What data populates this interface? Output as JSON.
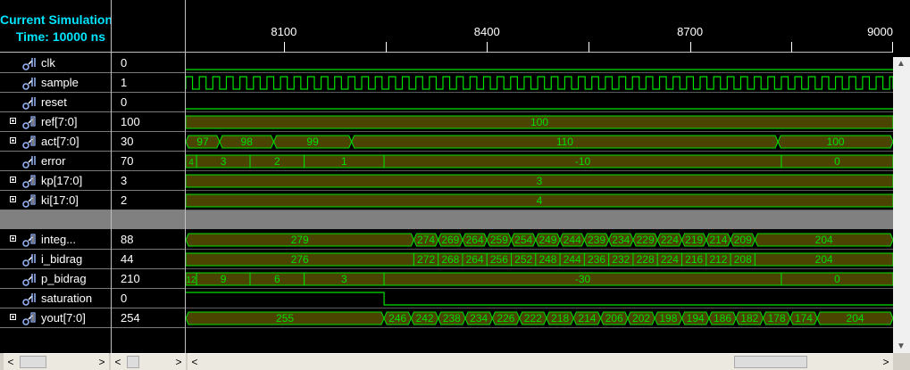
{
  "title": {
    "line1": "Current Simulation",
    "line2": "Time: 10000 ns"
  },
  "timeline": {
    "ticks": [
      8100,
      8400,
      8700,
      9000
    ],
    "start": 7955,
    "end": 9000
  },
  "colors": {
    "bus_fill": "#4a4400",
    "wave": "#00e000",
    "text": "#00e000",
    "separator": "#808080"
  },
  "signals": [
    {
      "name": "clk",
      "value": "0",
      "icon": "bit-signal-icon",
      "expandable": false
    },
    {
      "name": "sample",
      "value": "1",
      "icon": "bit-signal-icon",
      "expandable": false
    },
    {
      "name": "reset",
      "value": "0",
      "icon": "bit-signal-icon",
      "expandable": false
    },
    {
      "name": "ref[7:0]",
      "value": "100",
      "icon": "bus-signal-icon",
      "expandable": true
    },
    {
      "name": "act[7:0]",
      "value": "30",
      "icon": "bus-signal-icon",
      "expandable": true
    },
    {
      "name": "error",
      "value": "70",
      "icon": "bit-signal-icon",
      "expandable": false
    },
    {
      "name": "kp[17:0]",
      "value": "3",
      "icon": "bus-signal-icon",
      "expandable": true
    },
    {
      "name": "ki[17:0]",
      "value": "2",
      "icon": "bus-signal-icon",
      "expandable": true
    },
    {
      "divider": true
    },
    {
      "name": "integ...",
      "value": "88",
      "icon": "bus-signal-icon",
      "expandable": true
    },
    {
      "name": "i_bidrag",
      "value": "44",
      "icon": "bit-signal-icon",
      "expandable": false
    },
    {
      "name": "p_bidrag",
      "value": "210",
      "icon": "bit-signal-icon",
      "expandable": false
    },
    {
      "name": "saturation",
      "value": "0",
      "icon": "bit-signal-icon",
      "expandable": false
    },
    {
      "name": "yout[7:0]",
      "value": "254",
      "icon": "bus-signal-icon",
      "expandable": true
    }
  ],
  "waves": [
    {
      "kind": "bit",
      "segments": [
        [
          7955,
          9000,
          0
        ]
      ]
    },
    {
      "kind": "clock",
      "start": 7955,
      "period": 20,
      "end": 9000
    },
    {
      "kind": "bit",
      "segments": [
        [
          7955,
          9000,
          0
        ]
      ]
    },
    {
      "kind": "bus",
      "style": "bar",
      "segments": [
        [
          7955,
          9000,
          "100"
        ]
      ]
    },
    {
      "kind": "bus",
      "style": "x",
      "segments": [
        [
          7955,
          8005,
          "97"
        ],
        [
          8005,
          8085,
          "98"
        ],
        [
          8085,
          8200,
          "99"
        ],
        [
          8200,
          8830,
          "110"
        ],
        [
          8830,
          9000,
          "100"
        ]
      ]
    },
    {
      "kind": "bus",
      "style": "bar",
      "segments": [
        [
          7955,
          7971,
          "4"
        ],
        [
          7971,
          8050,
          "3"
        ],
        [
          8050,
          8130,
          "2"
        ],
        [
          8130,
          8248,
          "1"
        ],
        [
          8248,
          8835,
          "-10"
        ],
        [
          8835,
          9000,
          "0"
        ]
      ]
    },
    {
      "kind": "bus",
      "style": "bar",
      "segments": [
        [
          7955,
          9000,
          "3"
        ]
      ]
    },
    {
      "kind": "bus",
      "style": "bar",
      "segments": [
        [
          7955,
          9000,
          "4"
        ]
      ]
    },
    {
      "kind": "none"
    },
    {
      "kind": "bus",
      "style": "x",
      "segments": [
        [
          7955,
          8292,
          "279"
        ],
        [
          8292,
          8328,
          "274"
        ],
        [
          8328,
          8364,
          "269"
        ],
        [
          8364,
          8400,
          "264"
        ],
        [
          8400,
          8436,
          "259"
        ],
        [
          8436,
          8472,
          "254"
        ],
        [
          8472,
          8508,
          "249"
        ],
        [
          8508,
          8544,
          "244"
        ],
        [
          8544,
          8580,
          "239"
        ],
        [
          8580,
          8616,
          "234"
        ],
        [
          8616,
          8652,
          "229"
        ],
        [
          8652,
          8688,
          "224"
        ],
        [
          8688,
          8724,
          "219"
        ],
        [
          8724,
          8760,
          "214"
        ],
        [
          8760,
          8796,
          "209"
        ],
        [
          8796,
          9000,
          "204"
        ]
      ]
    },
    {
      "kind": "bus",
      "style": "bar",
      "segments": [
        [
          7955,
          8292,
          "276"
        ],
        [
          8292,
          8328,
          "272"
        ],
        [
          8328,
          8364,
          "268"
        ],
        [
          8364,
          8400,
          "264"
        ],
        [
          8400,
          8436,
          "256"
        ],
        [
          8436,
          8472,
          "252"
        ],
        [
          8472,
          8508,
          "248"
        ],
        [
          8508,
          8544,
          "244"
        ],
        [
          8544,
          8580,
          "236"
        ],
        [
          8580,
          8616,
          "232"
        ],
        [
          8616,
          8652,
          "228"
        ],
        [
          8652,
          8688,
          "224"
        ],
        [
          8688,
          8724,
          "216"
        ],
        [
          8724,
          8760,
          "212"
        ],
        [
          8760,
          8796,
          "208"
        ],
        [
          8796,
          9000,
          "204"
        ]
      ]
    },
    {
      "kind": "bus",
      "style": "bar",
      "segments": [
        [
          7955,
          7971,
          "12"
        ],
        [
          7971,
          8050,
          "9"
        ],
        [
          8050,
          8130,
          "6"
        ],
        [
          8130,
          8248,
          "3"
        ],
        [
          8248,
          8835,
          "-30"
        ],
        [
          8835,
          9000,
          "0"
        ]
      ]
    },
    {
      "kind": "bit",
      "segments": [
        [
          7955,
          8248,
          1
        ],
        [
          8248,
          9000,
          0
        ]
      ]
    },
    {
      "kind": "bus",
      "style": "x",
      "segments": [
        [
          7955,
          8248,
          "255"
        ],
        [
          8248,
          8288,
          "246"
        ],
        [
          8288,
          8328,
          "242"
        ],
        [
          8328,
          8368,
          "238"
        ],
        [
          8368,
          8408,
          "234"
        ],
        [
          8408,
          8448,
          "226"
        ],
        [
          8448,
          8488,
          "222"
        ],
        [
          8488,
          8528,
          "218"
        ],
        [
          8528,
          8568,
          "214"
        ],
        [
          8568,
          8608,
          "206"
        ],
        [
          8608,
          8648,
          "202"
        ],
        [
          8648,
          8688,
          "198"
        ],
        [
          8688,
          8728,
          "194"
        ],
        [
          8728,
          8768,
          "186"
        ],
        [
          8768,
          8808,
          "182"
        ],
        [
          8808,
          8848,
          "178"
        ],
        [
          8848,
          8888,
          "174"
        ],
        [
          8888,
          9000,
          "204"
        ]
      ]
    }
  ]
}
